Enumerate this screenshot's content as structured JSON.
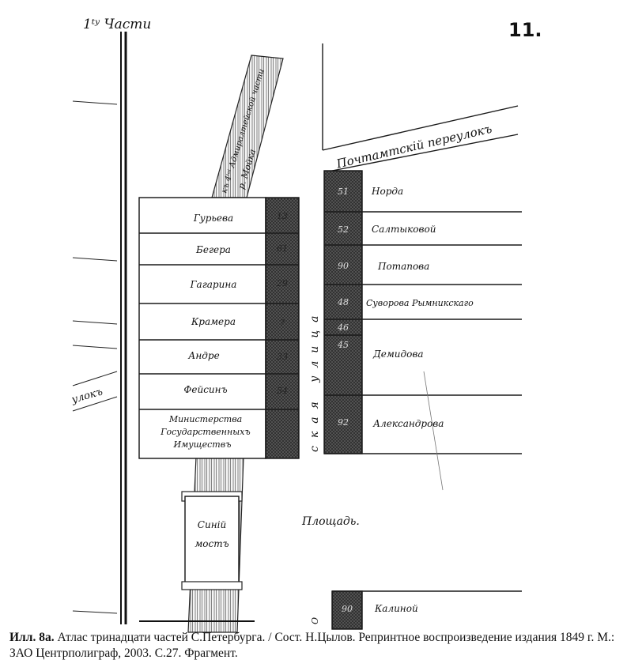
{
  "map": {
    "part_label": "1ᵗʸ Части",
    "sheet_number": "11.",
    "pochtamtsky_lane": "Почтамтскій переулокъ",
    "river": "р. Мойка",
    "river_band": "къ 4ᵗᵒⁱ Адмиралтейской части",
    "street": "ская улица",
    "square": "Площадь.",
    "bridge": [
      "Синій",
      "мостъ"
    ],
    "left_lane_fragment": "улокъ",
    "bottom_mark": "О",
    "left_owners": [
      {
        "name": [
          "Гурьева"
        ],
        "number": "13"
      },
      {
        "name": [
          "Бегера"
        ],
        "number": "61"
      },
      {
        "name": [
          "Гагарина"
        ],
        "number": "29"
      },
      {
        "name": [
          "Крамера"
        ],
        "number": "?"
      },
      {
        "name": [
          "Андре"
        ],
        "number": "33"
      },
      {
        "name": [
          "Фейсинъ"
        ],
        "number": "54"
      },
      {
        "name": [
          "Министерства",
          "Государственныхъ",
          "Имуществъ"
        ],
        "number": ""
      }
    ],
    "right_owners": [
      {
        "name": "Норда",
        "number": "51"
      },
      {
        "name": "Салтыковой",
        "number": "52"
      },
      {
        "name": "Потапова",
        "number": "90"
      },
      {
        "name": "Суворова Рымникскаго",
        "number": "48"
      },
      {
        "name": "",
        "number": "46"
      },
      {
        "name": "Демидова",
        "number": "45"
      },
      {
        "name": "Александрова",
        "number": "92"
      }
    ],
    "bottom_owner": {
      "name": "Калиной",
      "number": "90"
    }
  },
  "caption": {
    "label": "Илл. 8а.",
    "text": "Атлас тринадцати частей С.Петербурга. / Сост. Н.Цылов. Репринтное воспроизведение издания 1849 г. М.: ЗАО Центрполиграф, 2003. С.27. Фрагмент."
  },
  "colors": {
    "ink": "#1a1a1a",
    "shade": "#4a4a4a",
    "paper": "#ffffff"
  }
}
